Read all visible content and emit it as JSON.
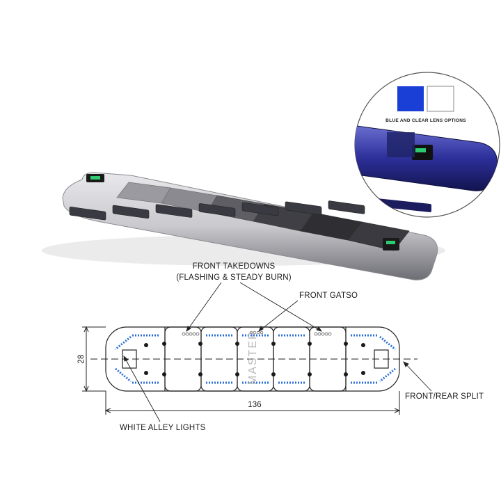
{
  "callouts": {
    "takedowns_line1": "FRONT TAKEDOWNS",
    "takedowns_line2": "(FLASHING & STEADY BURN)",
    "gatso": "FRONT GATSO",
    "split": "FRONT/REAR SPLIT",
    "alley": "WHITE ALLEY LIGHTS"
  },
  "dimensions": {
    "height": "28",
    "length": "136"
  },
  "inset": {
    "caption": "BLUE AND CLEAR LENS OPTIONS",
    "swatch_blue": "#1a3fd6",
    "swatch_clear": "#ffffff"
  },
  "colors": {
    "led_blue": "#2a6fd8",
    "line": "#222222"
  },
  "watermark": "MASTER"
}
